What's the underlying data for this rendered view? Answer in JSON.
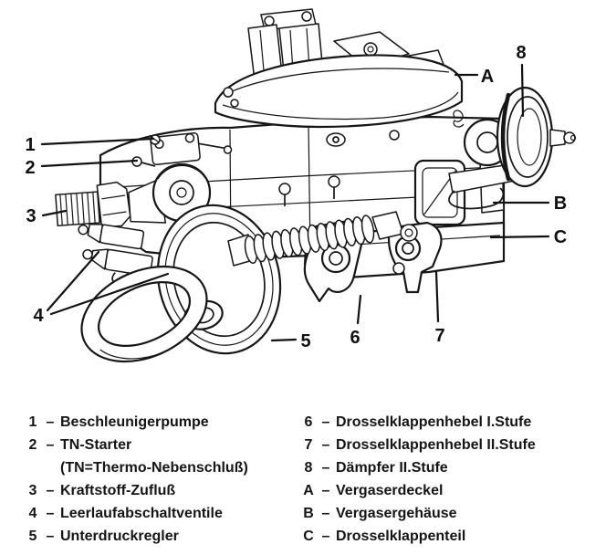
{
  "figure": {
    "title_hint": "carburetor-exploded-view",
    "colors": {
      "line": "#161616",
      "paper": "#ffffff",
      "shade": "#6f6f6f"
    },
    "callouts": {
      "n1": "1",
      "n2": "2",
      "n3": "3",
      "n4": "4",
      "n5": "5",
      "n6": "6",
      "n7": "7",
      "n8": "8",
      "a": "A",
      "b": "B",
      "c": "C"
    }
  },
  "legend": {
    "separator": "–",
    "left": [
      {
        "num": "1",
        "text": "Beschleunigerpumpe"
      },
      {
        "num": "2",
        "text": "TN-Starter",
        "cont": "(TN=Thermo-Nebenschluß)"
      },
      {
        "num": "3",
        "text": "Kraftstoff-Zufluß"
      },
      {
        "num": "4",
        "text": "Leerlaufabschaltventile"
      },
      {
        "num": "5",
        "text": "Unterdruckregler"
      }
    ],
    "right": [
      {
        "num": "6",
        "text": "Drosselklappenhebel I.Stufe"
      },
      {
        "num": "7",
        "text": "Drosselklappenhebel II.Stufe"
      },
      {
        "num": "8",
        "text": "Dämpfer II.Stufe"
      },
      {
        "num": "A",
        "text": "Vergaserdeckel"
      },
      {
        "num": "B",
        "text": "Vergasergehäuse"
      },
      {
        "num": "C",
        "text": "Drosselklappenteil"
      }
    ]
  }
}
